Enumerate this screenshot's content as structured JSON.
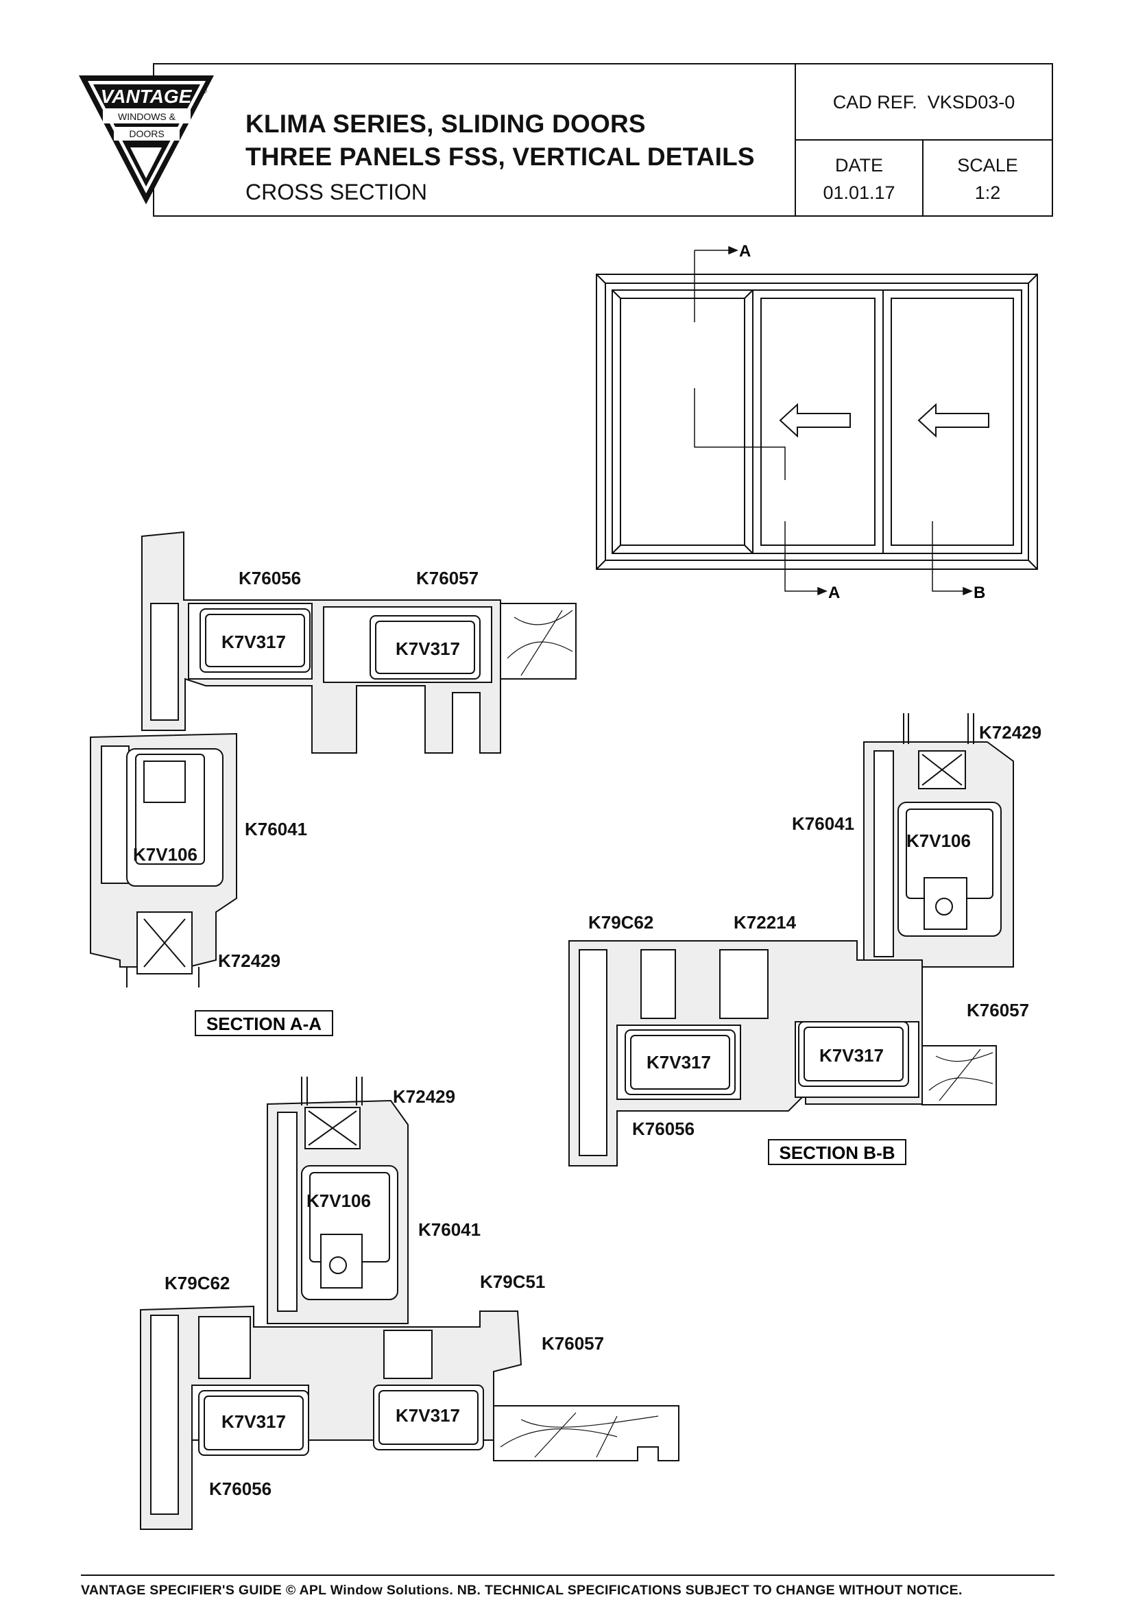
{
  "logo": {
    "brand": "VANTAGE",
    "mark": "®",
    "line1": "WINDOWS &",
    "line2": "DOORS"
  },
  "title": {
    "line1": "KLIMA SERIES, SLIDING DOORS",
    "line2": "THREE PANELS FSS, VERTICAL DETAILS",
    "line3": "CROSS SECTION"
  },
  "meta": {
    "cad_ref_label": "CAD REF.",
    "cad_ref_value": "VKSD03-0",
    "date_label": "DATE",
    "date_value": "01.01.17",
    "scale_label": "SCALE",
    "scale_value": "1:2"
  },
  "elevation": {
    "cut_a_top": "A",
    "cut_a_bottom": "A",
    "cut_b": "B"
  },
  "section_aa": {
    "title": "SECTION A-A",
    "labels": [
      "K76056",
      "K76057",
      "K7V317",
      "K7V317",
      "K76041",
      "K7V106",
      "K72429"
    ]
  },
  "section_bb": {
    "title": "SECTION B-B",
    "labels": [
      "K72429",
      "K76041",
      "K7V106",
      "K79C62",
      "K72214",
      "K76057",
      "K7V317",
      "K7V317",
      "K76056"
    ]
  },
  "section_c": {
    "labels": [
      "K72429",
      "K7V106",
      "K76041",
      "K79C62",
      "K79C51",
      "K76057",
      "K7V317",
      "K7V317",
      "K76056"
    ]
  },
  "footer": "VANTAGE SPECIFIER'S GUIDE  © APL Window Solutions. NB. TECHNICAL SPECIFICATIONS SUBJECT TO CHANGE WITHOUT NOTICE."
}
